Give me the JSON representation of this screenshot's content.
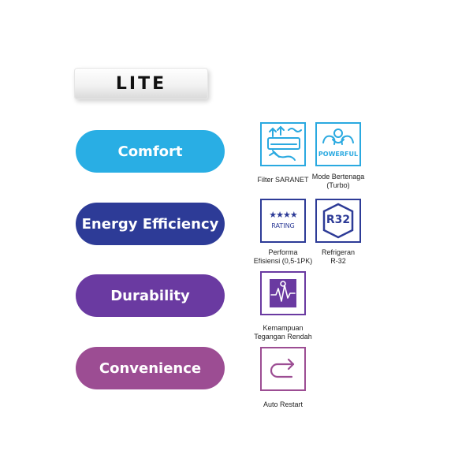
{
  "badge": {
    "label": "LITE"
  },
  "categories": {
    "comfort": {
      "label": "Comfort",
      "color": "#29aee4"
    },
    "energy": {
      "label": "Energy Efficiency",
      "color": "#2d3b97"
    },
    "durability": {
      "label": "Durability",
      "color": "#6a3aa1"
    },
    "convenience": {
      "label": "Convenience",
      "color": "#9c4d93"
    }
  },
  "features": {
    "filter": {
      "line1": "Filter SARANET",
      "line2": "",
      "icon": "air-filter-icon"
    },
    "powerful": {
      "line1": "Mode Bertenaga",
      "line2": "(Turbo)",
      "icon": "powerful-icon",
      "icon_text": "POWERFUL"
    },
    "rating": {
      "line1": "Performa",
      "line2": "Efisiensi (0,5-1PK)",
      "icon": "rating-stars-icon",
      "icon_stars": "★★★★",
      "icon_text": "RATING"
    },
    "r32": {
      "line1": "Refrigeran",
      "line2": "R-32",
      "icon": "r32-icon",
      "icon_text": "R32"
    },
    "voltage": {
      "line1": "Kemampuan",
      "line2": "Tegangan Rendah",
      "icon": "low-voltage-icon"
    },
    "restart": {
      "line1": "Auto Restart",
      "line2": "",
      "icon": "auto-restart-icon"
    }
  },
  "colors": {
    "icon_border": "#5a2d8c",
    "icon_blue": "#2aa9e0"
  }
}
